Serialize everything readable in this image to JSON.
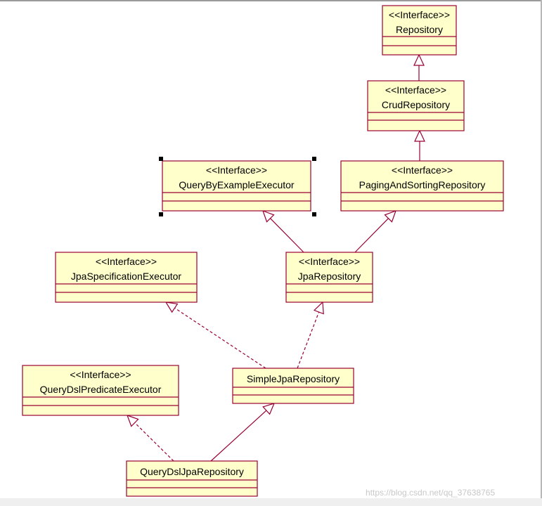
{
  "stereotype": "<<Interface>>",
  "nodes": [
    {
      "id": "repository",
      "stereotype": "<<Interface>>",
      "name": "Repository"
    },
    {
      "id": "crud-repository",
      "stereotype": "<<Interface>>",
      "name": "CrudRepository"
    },
    {
      "id": "paging-and-sorting-repository",
      "stereotype": "<<Interface>>",
      "name": "PagingAndSortingRepository"
    },
    {
      "id": "query-by-example-executor",
      "stereotype": "<<Interface>>",
      "name": "QueryByExampleExecutor"
    },
    {
      "id": "jpa-repository",
      "stereotype": "<<Interface>>",
      "name": "JpaRepository"
    },
    {
      "id": "jpa-specification-executor",
      "stereotype": "<<Interface>>",
      "name": "JpaSpecificationExecutor"
    },
    {
      "id": "simple-jpa-repository",
      "stereotype": "",
      "name": "SimpleJpaRepository"
    },
    {
      "id": "query-dsl-predicate-executor",
      "stereotype": "<<Interface>>",
      "name": "QueryDslPredicateExecutor"
    },
    {
      "id": "query-dsl-jpa-repository",
      "stereotype": "",
      "name": "QueryDslJpaRepository"
    }
  ],
  "edges": [
    {
      "from": "crud-repository",
      "to": "repository",
      "kind": "generalization"
    },
    {
      "from": "paging-and-sorting-repository",
      "to": "crud-repository",
      "kind": "generalization"
    },
    {
      "from": "jpa-repository",
      "to": "query-by-example-executor",
      "kind": "generalization"
    },
    {
      "from": "jpa-repository",
      "to": "paging-and-sorting-repository",
      "kind": "generalization"
    },
    {
      "from": "simple-jpa-repository",
      "to": "jpa-specification-executor",
      "kind": "realization"
    },
    {
      "from": "simple-jpa-repository",
      "to": "jpa-repository",
      "kind": "realization"
    },
    {
      "from": "query-dsl-jpa-repository",
      "to": "query-dsl-predicate-executor",
      "kind": "realization"
    },
    {
      "from": "query-dsl-jpa-repository",
      "to": "simple-jpa-repository",
      "kind": "generalization"
    }
  ],
  "selected": "query-by-example-executor",
  "watermark": "https://blog.csdn.net/qq_37638765",
  "colors": {
    "box_fill": "#ffffcc",
    "box_stroke": "#990033",
    "edge": "#990033",
    "background": "#ffffff"
  }
}
